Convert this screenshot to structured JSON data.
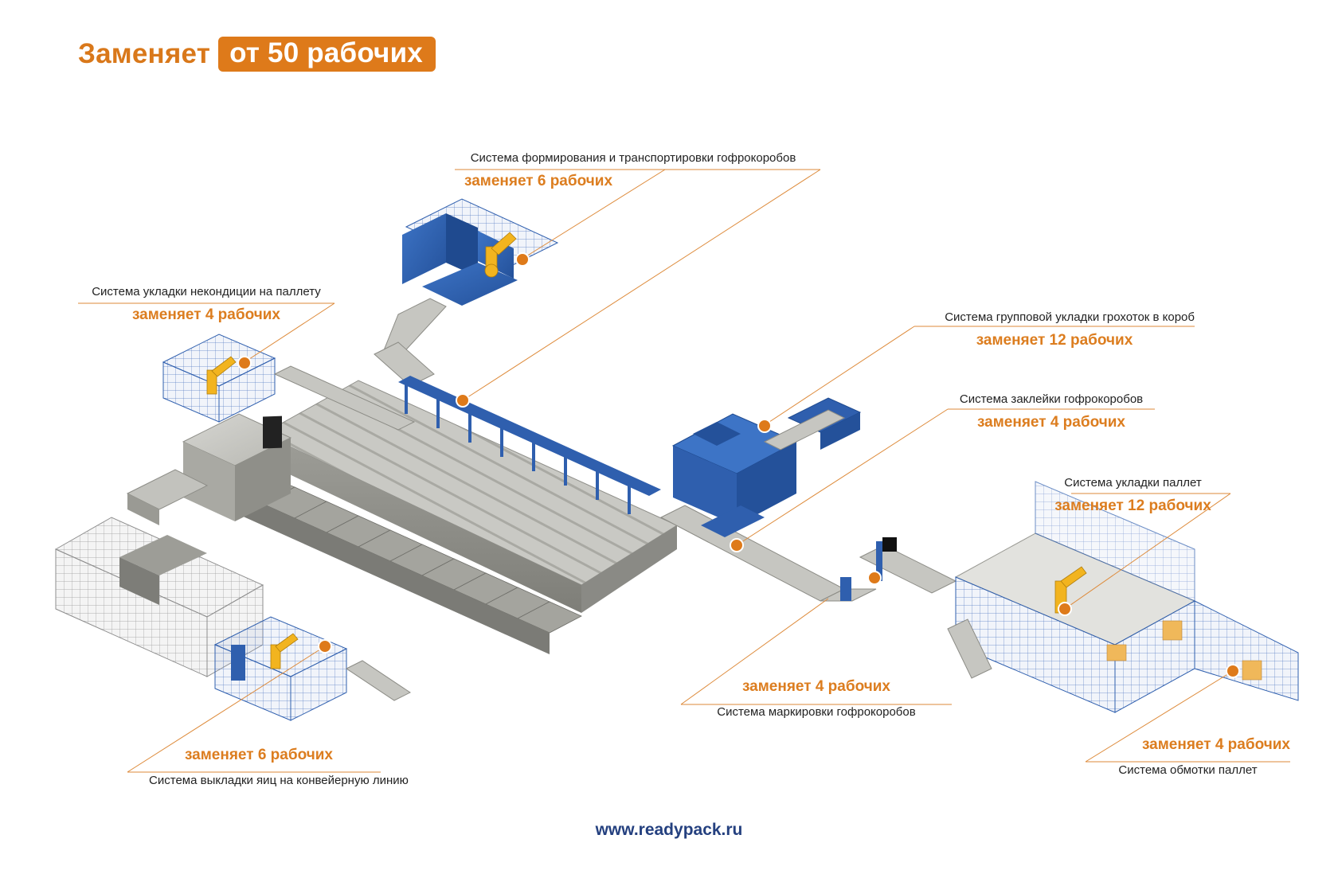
{
  "header": {
    "prefix": "Заменяет",
    "badge": "от 50 рабочих"
  },
  "callouts": [
    {
      "id": "box-forming",
      "title": "Система формирования и транспортировки гофрокоробов",
      "count": "заменяет 6 рабочих"
    },
    {
      "id": "reject-palletizing",
      "title": "Система укладки некондиции на паллету",
      "count": "заменяет 4 рабочих"
    },
    {
      "id": "tray-group-packing",
      "title": "Система групповой укладки грохоток в короб",
      "count": "заменяет 12 рабочих"
    },
    {
      "id": "box-sealing",
      "title": "Система заклейки гофрокоробов",
      "count": "заменяет 4 рабочих"
    },
    {
      "id": "palletizing",
      "title": "Система укладки паллет",
      "count": "заменяет 12 рабочих"
    },
    {
      "id": "box-marking",
      "title": "Система маркировки гофрокоробов",
      "count": "заменяет 4 рабочих"
    },
    {
      "id": "pallet-wrapping",
      "title": "Система обмотки паллет",
      "count": "заменяет 4 рабочих"
    },
    {
      "id": "egg-loading",
      "title": "Система выкладки яиц на конвейерную линию",
      "count": "заменяет 6 рабочих"
    }
  ],
  "footer": {
    "url": "www.readypack.ru"
  },
  "colors": {
    "accent": "#de7a1a",
    "machine_blue": "#2f5fae",
    "robot_yellow": "#f2b41f",
    "footer_blue": "#24407f"
  }
}
